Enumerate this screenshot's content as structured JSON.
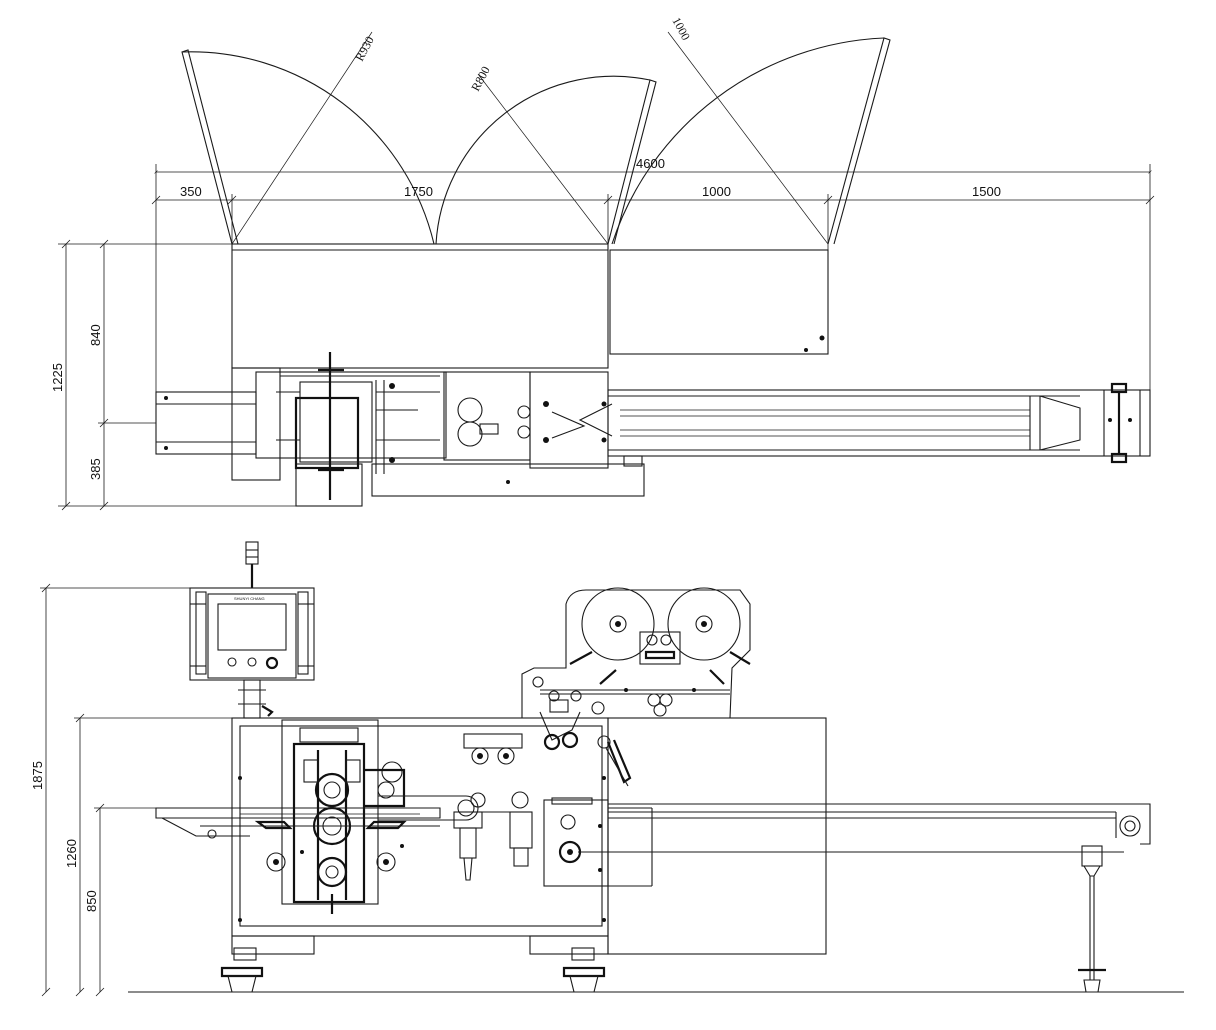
{
  "colors": {
    "line": "#1a1a1a",
    "background": "#ffffff"
  },
  "top_view": {
    "radius_labels": [
      "R930",
      "R800",
      "1000"
    ],
    "total_width": "4600",
    "segments": [
      "350",
      "1750",
      "1000",
      "1500"
    ],
    "heights": {
      "total": "1225",
      "upper": "840",
      "lower": "385"
    }
  },
  "side_view": {
    "heights": {
      "total": "1875",
      "frame": "1260",
      "infeed": "850"
    },
    "panel_brand": "SHUNYI CHANG"
  }
}
